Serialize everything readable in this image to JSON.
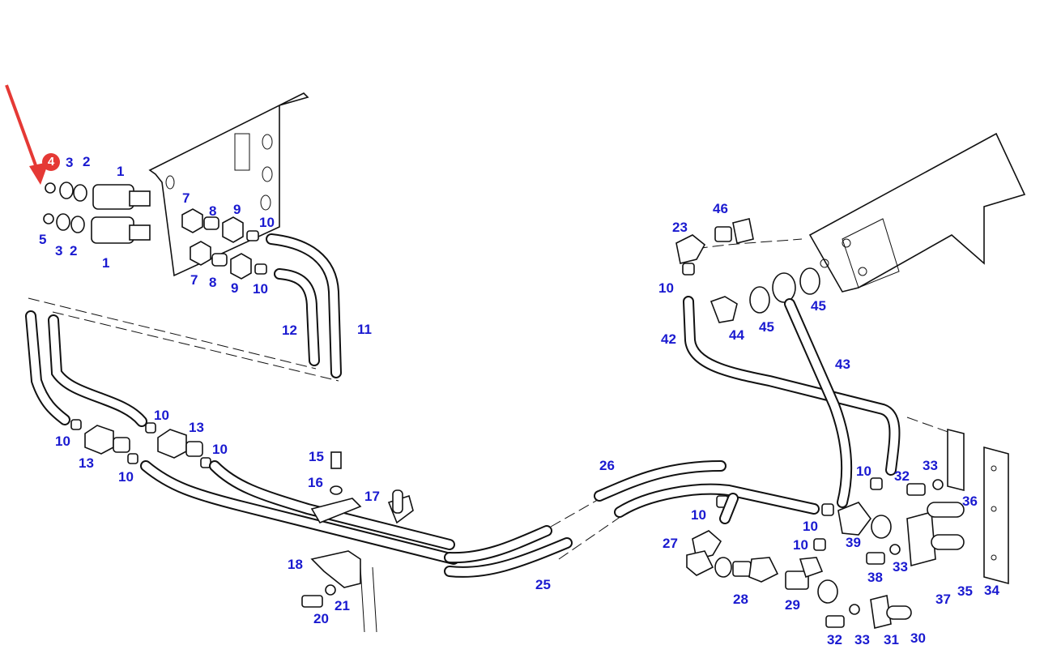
{
  "diagram": {
    "type": "exploded parts diagram",
    "subject": "hydraulic hoses and fittings assembly",
    "highlight": {
      "part_number": "4",
      "badge_color": "#e53935",
      "arrow_color": "#e53935",
      "label_color": "#1a1ad0"
    },
    "labels": [
      {
        "id": "l1a",
        "text": "1"
      },
      {
        "id": "l1b",
        "text": "1"
      },
      {
        "id": "l2a",
        "text": "2"
      },
      {
        "id": "l2b",
        "text": "2"
      },
      {
        "id": "l3a",
        "text": "3"
      },
      {
        "id": "l3b",
        "text": "3"
      },
      {
        "id": "l5",
        "text": "5"
      },
      {
        "id": "l7a",
        "text": "7"
      },
      {
        "id": "l7b",
        "text": "7"
      },
      {
        "id": "l8a",
        "text": "8"
      },
      {
        "id": "l8b",
        "text": "8"
      },
      {
        "id": "l9a",
        "text": "9"
      },
      {
        "id": "l9b",
        "text": "9"
      },
      {
        "id": "l10a",
        "text": "10"
      },
      {
        "id": "l10b",
        "text": "10"
      },
      {
        "id": "l11",
        "text": "11"
      },
      {
        "id": "l12",
        "text": "12"
      },
      {
        "id": "l10c",
        "text": "10"
      },
      {
        "id": "l10d",
        "text": "10"
      },
      {
        "id": "l13a",
        "text": "13"
      },
      {
        "id": "l13b",
        "text": "13"
      },
      {
        "id": "l10e",
        "text": "10"
      },
      {
        "id": "l10f",
        "text": "10"
      },
      {
        "id": "l15",
        "text": "15"
      },
      {
        "id": "l16",
        "text": "16"
      },
      {
        "id": "l17",
        "text": "17"
      },
      {
        "id": "l18",
        "text": "18"
      },
      {
        "id": "l20",
        "text": "20"
      },
      {
        "id": "l21",
        "text": "21"
      },
      {
        "id": "l25",
        "text": "25"
      },
      {
        "id": "l26",
        "text": "26"
      },
      {
        "id": "l23",
        "text": "23"
      },
      {
        "id": "l46",
        "text": "46"
      },
      {
        "id": "l10g",
        "text": "10"
      },
      {
        "id": "l42",
        "text": "42"
      },
      {
        "id": "l43",
        "text": "43"
      },
      {
        "id": "l44",
        "text": "44"
      },
      {
        "id": "l45a",
        "text": "45"
      },
      {
        "id": "l45b",
        "text": "45"
      },
      {
        "id": "l10h",
        "text": "10"
      },
      {
        "id": "l27",
        "text": "27"
      },
      {
        "id": "l28",
        "text": "28"
      },
      {
        "id": "l29",
        "text": "29"
      },
      {
        "id": "l10i",
        "text": "10"
      },
      {
        "id": "l10j",
        "text": "10"
      },
      {
        "id": "l10k",
        "text": "10"
      },
      {
        "id": "l39",
        "text": "39"
      },
      {
        "id": "l32a",
        "text": "32"
      },
      {
        "id": "l33a",
        "text": "33"
      },
      {
        "id": "l36",
        "text": "36"
      },
      {
        "id": "l33b",
        "text": "33"
      },
      {
        "id": "l38",
        "text": "38"
      },
      {
        "id": "l37",
        "text": "37"
      },
      {
        "id": "l35",
        "text": "35"
      },
      {
        "id": "l34",
        "text": "34"
      },
      {
        "id": "l32b",
        "text": "32"
      },
      {
        "id": "l33c",
        "text": "33"
      },
      {
        "id": "l31",
        "text": "31"
      },
      {
        "id": "l30",
        "text": "30"
      }
    ]
  }
}
